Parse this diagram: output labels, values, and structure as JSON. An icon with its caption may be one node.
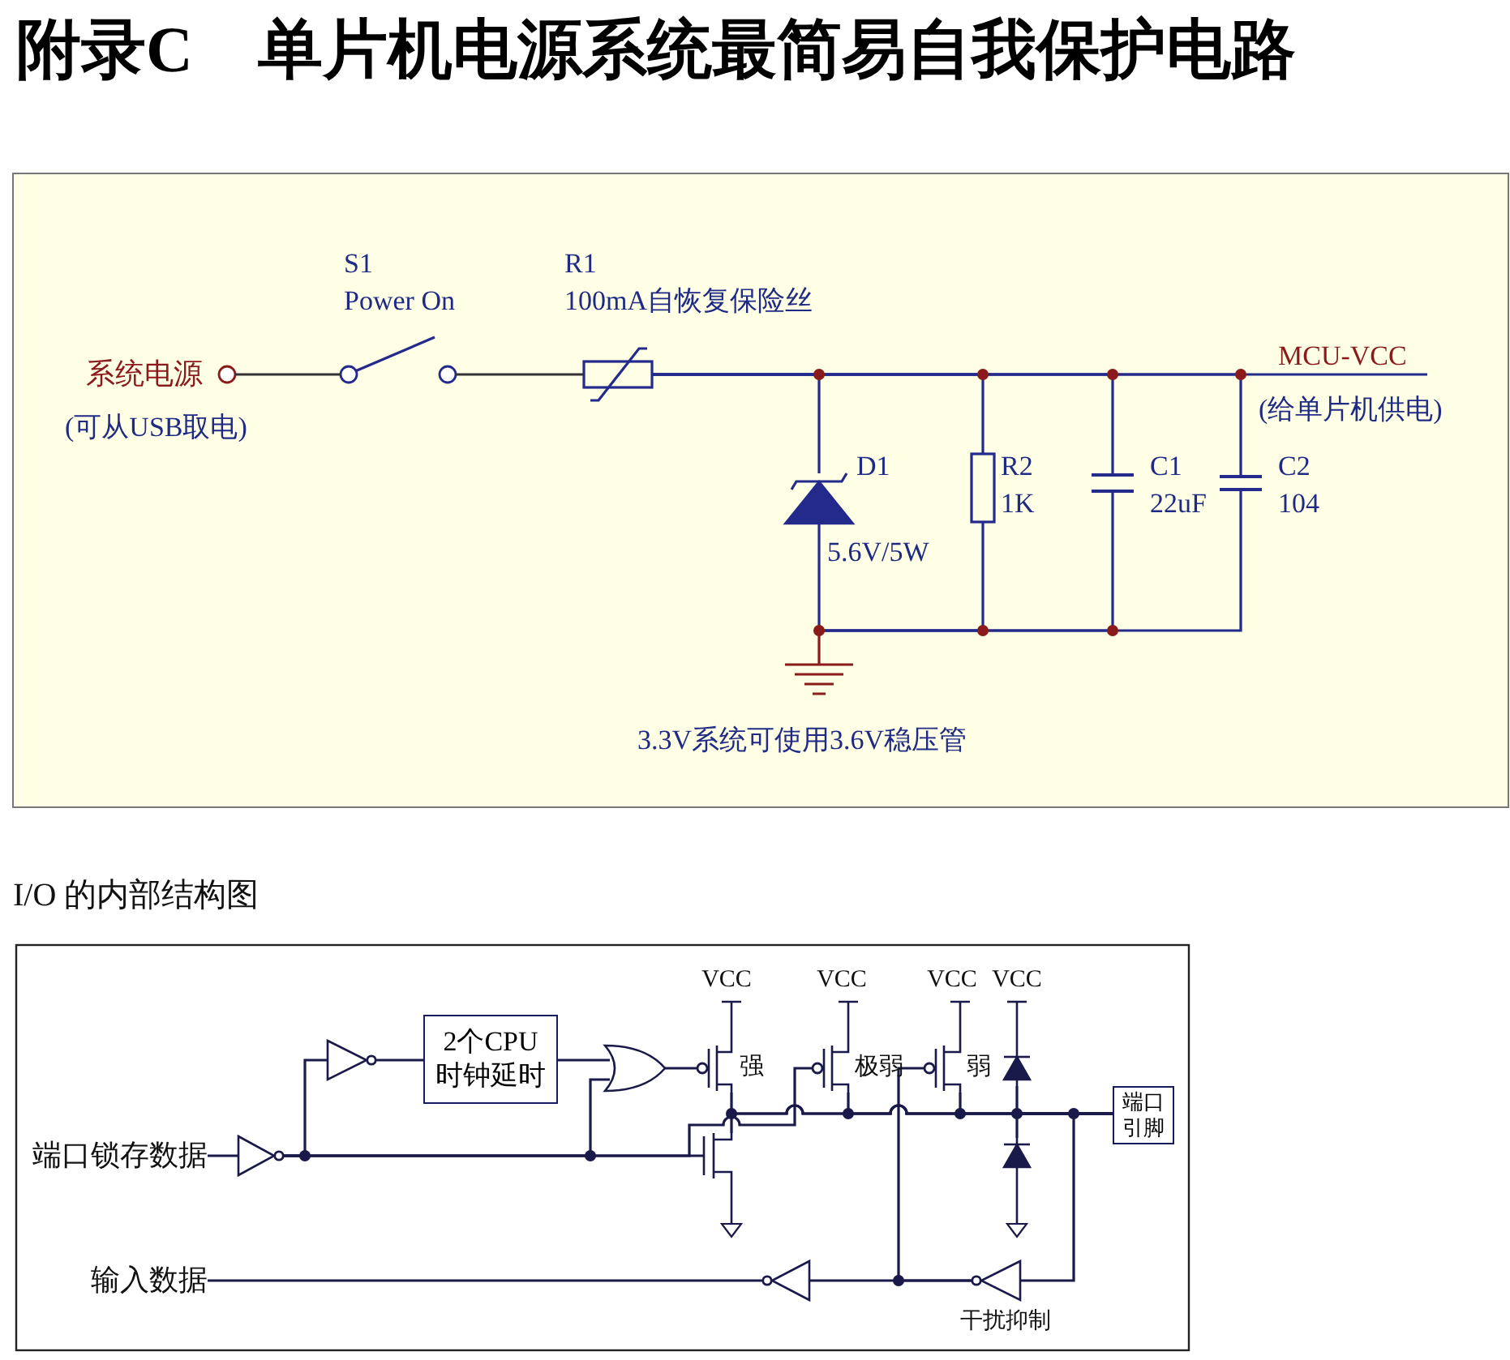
{
  "diagram": {
    "title": "附录C 单片机电源系统最简易自我保护电路",
    "nodes": [
      {
        "text": [],
        "shape": "circle"
      },
      {
        "text": [],
        "shape": "switch"
      },
      {
        "text": [],
        "shape": "fuse"
      },
      {
        "text": [],
        "shape": "diode"
      },
      {
        "text": [],
        "shape": "resistor"
      },
      {
        "text": [],
        "shape": "capacitor"
      },
      {
        "text": [],
        "shape": "capacitor"
      },
      {
        "text": [],
        "shape": "ground"
      },
      {
        "text": [],
        "shape": "inverter"
      },
      {
        "text": [
          "2个CPU时钟延时"
        ]
      },
      {
        "text": [],
        "shape": "gate"
      },
      {
        "text": [],
        "shape": "transistor"
      },
      {
        "text": [],
        "shape": "transistor"
      },
      {
        "text": [],
        "shape": "transistor"
      },
      {
        "text": [],
        "shape": "diode"
      },
      {
        "text": [
          "端口引脚"
        ]
      },
      {
        "text": [
          "端口锁存数据"
        ]
      },
      {
        "text": [],
        "shape": "inverter"
      },
      {
        "text": [],
        "shape": "transistor"
      },
      {
        "text": [],
        "shape": "diode"
      },
      {
        "text": [
          "输入数据"
        ]
      },
      {
        "text": [],
        "shape": "inverter"
      },
      {
        "text": [],
        "shape": "buffer",
        "beside": [
          "干扰抑制"
        ]
      }
    ],
    "edges": [
      {
        "from": 0,
        "to": 1,
        "arrow": "none"
      },
      {
        "from": 1,
        "to": 2,
        "arrow": "none"
      },
      {
        "from": 2,
        "to": 3,
        "arrow": "none"
      },
      {
        "from": 2,
        "to": 4,
        "arrow": "none"
      },
      {
        "from": 2,
        "to": 5,
        "arrow": "none"
      },
      {
        "from": 2,
        "to": 6,
        "arrow": "none"
      },
      {
        "from": 2,
        "to": null,
        "arrow": "none"
      },
      {
        "from": 3,
        "to": 7,
        "arrow": "none"
      },
      {
        "from": 4,
        "to": 7,
        "arrow": "none"
      },
      {
        "from": 5,
        "to": 7,
        "arrow": "none"
      },
      {
        "from": 6,
        "to": 7,
        "arrow": "none"
      },
      {
        "from": 16,
        "to": 17,
        "arrow": "none"
      },
      {
        "from": 17,
        "to": 8,
        "arrow": "none"
      },
      {
        "from": 17,
        "to": 10,
        "arrow": "none"
      },
      {
        "from": 17,
        "to": 18,
        "arrow": "none"
      },
      {
        "from": 17,
        "to": 12,
        "arrow": "none"
      },
      {
        "from": 8,
        "to": 9,
        "arrow": "none"
      },
      {
        "from": 9,
        "to": 10,
        "arrow": "none"
      },
      {
        "from": 10,
        "to": 11,
        "arrow": "none"
      },
      {
        "from": 11,
        "to": 15,
        "arrow": "none"
      },
      {
        "from": 18,
        "to": 15,
        "arrow": "none"
      },
      {
        "from": 12,
        "to": 15,
        "arrow": "none"
      },
      {
        "from": 13,
        "to": 15,
        "arrow": "none"
      },
      {
        "from": 14,
        "to": 15,
        "arrow": "none"
      },
      {
        "from": 19,
        "to": 15,
        "arrow": "none"
      },
      {
        "from": 15,
        "to": 22,
        "arrow": "none"
      },
      {
        "from": 22,
        "to": 21,
        "arrow": "none"
      },
      {
        "from": 22,
        "to": 13,
        "arrow": "none"
      },
      {
        "from": 21,
        "to": 20,
        "arrow": "none"
      }
    ],
    "labels": [
      "S1",
      "Power On",
      "R1",
      "100mA自恢复保险丝",
      "系统电源",
      "MCU-VCC",
      "(可从USB取电)",
      "(给单片机供电)",
      "D1",
      "R2",
      "C1",
      "C2",
      "1K",
      "22uF",
      "104",
      "5.6V/5W",
      "3.3V系统可使用3.6V稳压管",
      "I/O 的内部结构图",
      "VCC",
      "VCC",
      "VCC",
      "VCC",
      "强",
      "极弱",
      "弱"
    ]
  }
}
